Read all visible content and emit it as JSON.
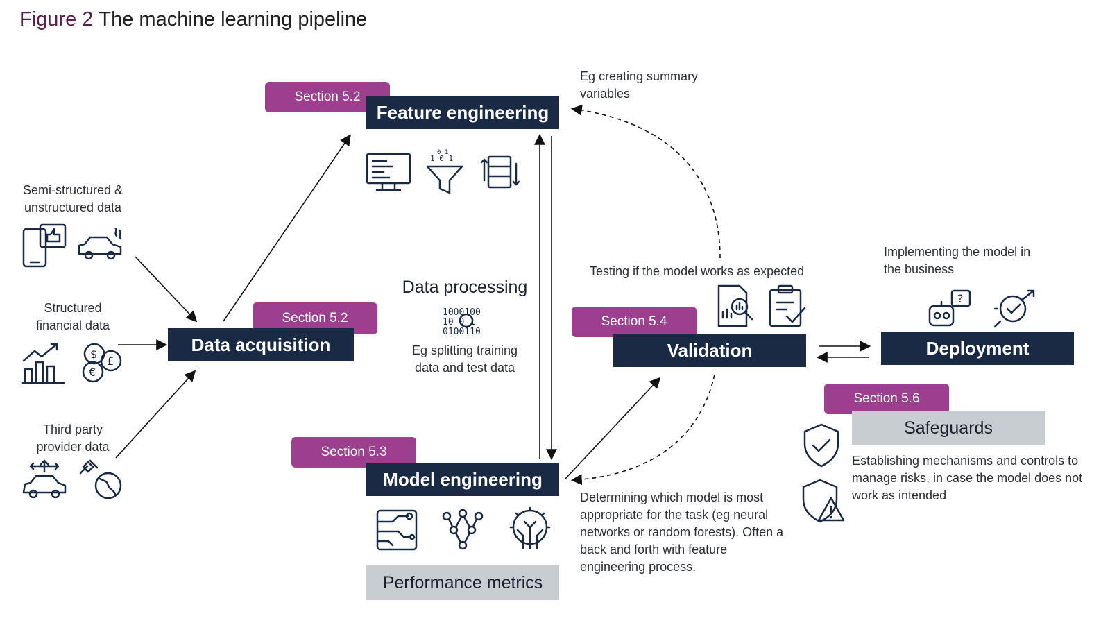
{
  "figure": {
    "label": "Figure 2",
    "title": "The machine learning pipeline"
  },
  "sources": {
    "semi": "Semi-structured & unstructured data",
    "structured": "Structured financial data",
    "third_party": "Third party provider data"
  },
  "stages": {
    "data_acquisition": {
      "label": "Data acquisition",
      "section": "Section 5.2"
    },
    "feature_engineering": {
      "label": "Feature engineering",
      "section": "Section 5.2",
      "note": "Eg creating summary variables"
    },
    "data_processing": {
      "label": "Data processing",
      "note": "Eg splitting training data and test data"
    },
    "model_engineering": {
      "label": "Model engineering",
      "section": "Section 5.3",
      "metrics": "Performance metrics",
      "note": "Determining which model is most appropriate for the task (eg neural networks or random forests). Often a back and forth with feature engineering process."
    },
    "validation": {
      "label": "Validation",
      "section": "Section 5.4",
      "note": "Testing if the model works as expected"
    },
    "deployment": {
      "label": "Deployment",
      "note": "Implementing the model in the business"
    },
    "safeguards": {
      "label": "Safeguards",
      "section": "Section 5.6",
      "note": "Establishing mechanisms and controls to manage risks, in case the model does not work as intended"
    }
  },
  "colors": {
    "navy": "#1a2a45",
    "magenta": "#9c3f8e",
    "grey": "#c8cdd2",
    "title_label": "#5a1f4e"
  }
}
